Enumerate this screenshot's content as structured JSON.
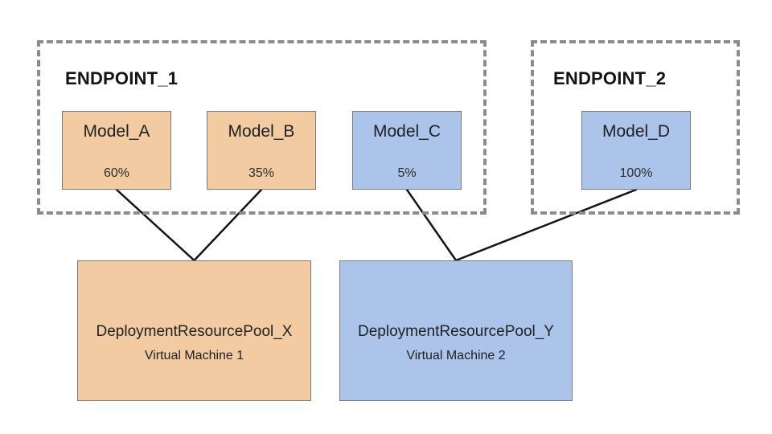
{
  "colors": {
    "orange": "#f2cba2",
    "blue": "#adc4ea",
    "dashed_border": "#8c8c8c",
    "box_border": "#7a7a7a",
    "line": "#141414"
  },
  "endpoints": [
    {
      "id": "endpoint-1",
      "title": "ENDPOINT_1",
      "models": [
        {
          "id": "model-a",
          "name": "Model_A",
          "traffic": "60%",
          "color": "orange"
        },
        {
          "id": "model-b",
          "name": "Model_B",
          "traffic": "35%",
          "color": "orange"
        },
        {
          "id": "model-c",
          "name": "Model_C",
          "traffic": "5%",
          "color": "blue"
        }
      ]
    },
    {
      "id": "endpoint-2",
      "title": "ENDPOINT_2",
      "models": [
        {
          "id": "model-d",
          "name": "Model_D",
          "traffic": "100%",
          "color": "blue"
        }
      ]
    }
  ],
  "pools": [
    {
      "id": "pool-x",
      "name": "DeploymentResourcePool_X",
      "machine": "Virtual Machine 1",
      "color": "orange"
    },
    {
      "id": "pool-y",
      "name": "DeploymentResourcePool_Y",
      "machine": "Virtual Machine 2",
      "color": "blue"
    }
  ],
  "connections": [
    {
      "from": "model-a",
      "to": "pool-x"
    },
    {
      "from": "model-b",
      "to": "pool-x"
    },
    {
      "from": "model-c",
      "to": "pool-y"
    },
    {
      "from": "model-d",
      "to": "pool-y"
    }
  ]
}
